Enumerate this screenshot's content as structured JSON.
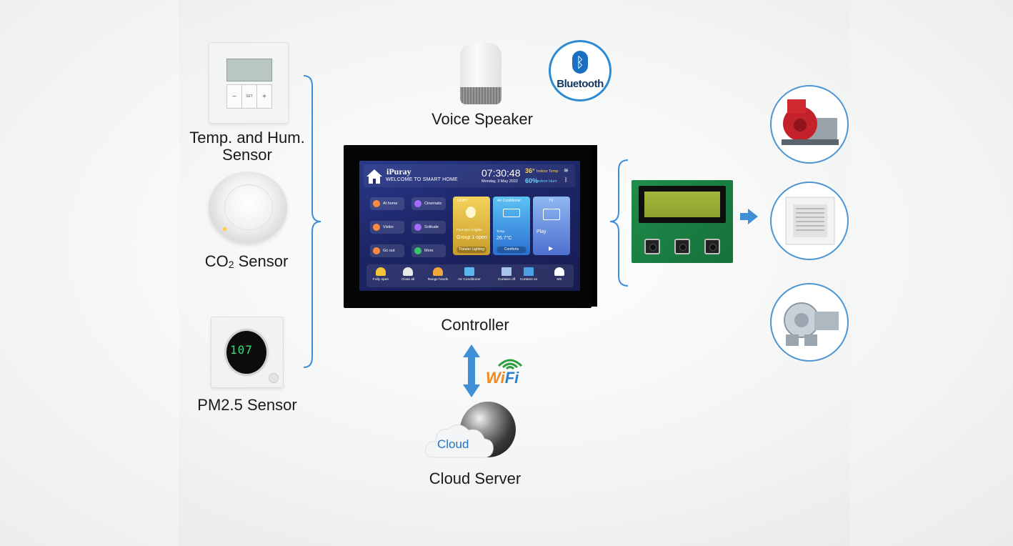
{
  "labels": {
    "temp_hum_sensor_line1": "Temp. and Hum.",
    "temp_hum_sensor_line2": "Sensor",
    "co2_sensor_prefix": "CO",
    "co2_sensor_sub": "2",
    "co2_sensor_suffix": " Sensor",
    "pm25_sensor": "PM2.5 Sensor",
    "voice_speaker": "Voice Speaker",
    "controller": "Controller",
    "cloud_server": "Cloud Server"
  },
  "bluetooth": {
    "label": "Bluetooth"
  },
  "wifi": {
    "wi": "Wi",
    "fi": "Fi"
  },
  "cloud": {
    "label": "Cloud"
  },
  "pm_sensor_display": {
    "reading": "107"
  },
  "thermostat": {
    "set": "SET",
    "minus": "−",
    "plus": "+"
  },
  "screen": {
    "brand": "iPuray",
    "welcome": "WELCOME TO SMART HOME",
    "time": "07:30:48",
    "date": "Monday, 3 May 2022",
    "temp_value": "36°",
    "temp_label": "Indoor Temp",
    "hum_value": "60%",
    "hum_label": "Indoor Hum",
    "scenes": [
      "At home",
      "Cinematic",
      "Visitor",
      "Solitude",
      "Go out",
      "More"
    ],
    "light_card": {
      "title": "LIGHT",
      "line1": "Four sets of lights",
      "line2": "Group 1 open",
      "button": "Theater Lighting"
    },
    "ac_card": {
      "title": "Air Conditioner",
      "line1": "Temp.",
      "line2": "26.7°C",
      "button": "Comforts"
    },
    "tv_card": {
      "title": "TV",
      "line1": "Play"
    },
    "dock": [
      "Fully open",
      "Close all",
      "Range hoods",
      "Air Conditioner",
      "Curtains off",
      "Curtains on",
      "ME"
    ]
  },
  "colors": {
    "accent_blue": "#4c95d3",
    "arrow_blue": "#3f8fd6",
    "wifi_orange": "#f08a1c",
    "screen_bg": "#1c2566"
  }
}
